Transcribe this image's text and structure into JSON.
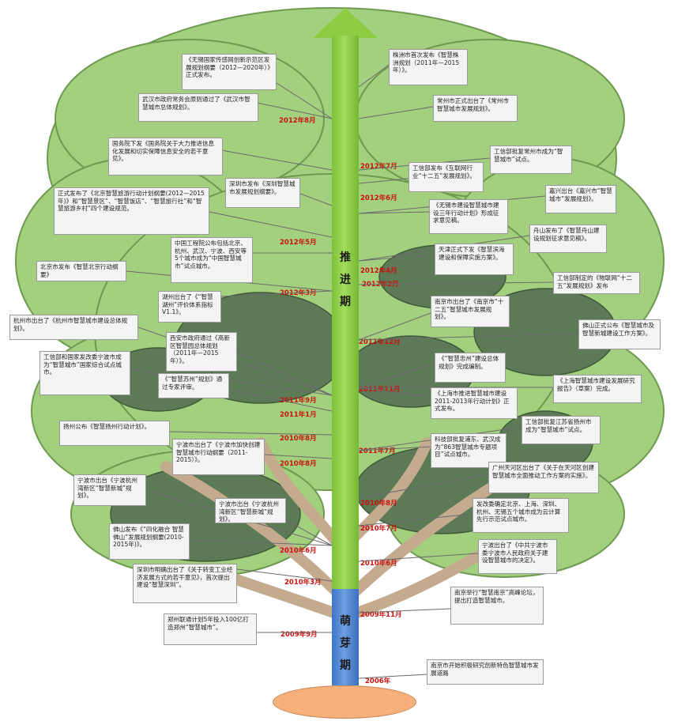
{
  "phases": {
    "growth": [
      "推",
      "进",
      "期"
    ],
    "sprout": [
      "萌",
      "芽",
      "期"
    ]
  },
  "years": {
    "y2006": "2006年",
    "y2009_9": "2009年9月",
    "y2009_11": "2009年11月",
    "y2010_3": "2010年3月",
    "y2010_6": "2010年6月",
    "y2010_7": "2010年7月",
    "y2010_8": "2010年8月",
    "y2011_1": "2011年1月",
    "y2011_7": "2011年7月",
    "y2011_9": "2011年9月",
    "y2011_11": "2011年11月",
    "y2011_12": "2011年12月",
    "y2012_2": "2012年2月",
    "y2012_3": "2012年3月",
    "y2012_4": "2012年4月",
    "y2012_5": "2012年5月",
    "y2012_6": "2012年6月",
    "y2012_7": "2012年7月",
    "y2012_8": "2012年8月"
  },
  "notes": {
    "n01": "《无锡国家传感网创新示范区发展规划纲要（2012—2020年）》正式发布。",
    "n02": "株洲市首次发布《智慧株洲规划（2011年—2015年）》。",
    "n03": "武汉市政府常务会原则通过了《武汉市智慧城市总体规划》。",
    "n04": "常州市正式出台了《常州市智慧城市发展规划》。",
    "n05": "国务院下发《国务院关于大力推进信息化发展和切实保障信息安全的若干意见》。",
    "n06": "工信部批复常州市成为“智慧城市”试点。",
    "n07": "工信部发布《互联网行业“十二五”发展规划》。",
    "n08": "深圳市发布《深圳智慧城市发展规划纲要》。",
    "n09": "正式发布了《北京智慧旅游行动计划纲要(2012—2015年)》和“智慧景区”、“智慧饭店”、“智慧旅行社”和“智慧旅游乡村”四个建设规范。",
    "n10": "《无锡市建设智慧城市建设三年行动计划》形成征求意见稿。",
    "n11": "嘉兴出台《嘉兴市“智慧城市”发展规划》。",
    "n12": "中国工程院公布包括北京、杭州、武汉、宁波、西安等5个城市成为“中国智慧城市”试点城市。",
    "n13": "天津正式下发《智慧滨海建设和保障实施方案》。",
    "n14": "舟山发布了《智慧舟山建设规划征求意见稿》。",
    "n15": "北京市发布《智慧北京行动纲要》",
    "n16": "湖州出台了《“智慧湖州”评价体系指标V1.1》。",
    "n17": "工信部制定的《物联网“十二五”发展规划》发布",
    "n18": "南京市出台了《南京市“十二五”智慧城市发展规划》。",
    "n19": "杭州市出台了《杭州市智慧城市建设总体规划》。",
    "n20": "西安市政府通过《高新区智慧园总体规划（2011年—2015年）》。",
    "n21": "佛山正式公布《智慧城市及智慧新城建设工作方案》。",
    "n22": "《“智慧苏州”规划》通过专家评审。",
    "n23": "《“智慧忠州”建设总体规划》完成编制。",
    "n24": "工信部和国家发改委宁波市成为“智慧城市”国家综合试点城市。",
    "n25": "《上海市推进智慧城市建设2011-2013年行动计划》正式发布。",
    "n26": "《上海智慧城市建设发展研究报告》（草案）完成。",
    "n27": "扬州公布《智慧扬州行动计划》。",
    "n28": "宁波市出台了《宁波市加快创建智慧城市行动纲要（2011-2015）》。",
    "n29": "科技部批复浦东、武汉成为“863智慧城市专题项目”试点城市。",
    "n30": "工信部批复江苏省扬州市成为“智慧城市”试点。",
    "n31": "宁波市出台《宁波杭州湾新区“智慧新城”规划》。",
    "n32": "广州天河区出台了《关于在天河区创建智慧城市全面推动工作方案的实施》。",
    "n33": "宁波市出台《宁波杭州湾新区“智慧新城”规划》。",
    "n34": "发改委确定北京、上海、深圳、杭州、无锡五个城市成为云计算先行示范试点城市。",
    "n35": "佛山发布《“四化融合 智慧佛山”发展规划纲要(2010-2015年)》。",
    "n36": "宁波出台了《中共宁波市委宁波市人民政府关于建设智慧城市的决定》。",
    "n37": "深圳市明确出台了《关于转变工业经济发展方式的若干意见》，首次提出建设“智慧深圳”。",
    "n38": "南京举行“智慧南京”高峰论坛，提出打造智慧城市。",
    "n39": "郑州联通计划5年投入100亿打造郑州“智慧城市”。",
    "n40": "南京市开始积极研究创新特色智慧城市发展道路"
  },
  "colors": {
    "leaf_light": "#9fcf7c",
    "leaf_mid": "#7fb35a",
    "leaf_dark": "#5a7350",
    "trunk": "#c3a98c",
    "stem_green": "#8ccd44",
    "stem_blue": "#3c74c8",
    "soil": "#f7b07c",
    "year_red": "#cc1111"
  }
}
